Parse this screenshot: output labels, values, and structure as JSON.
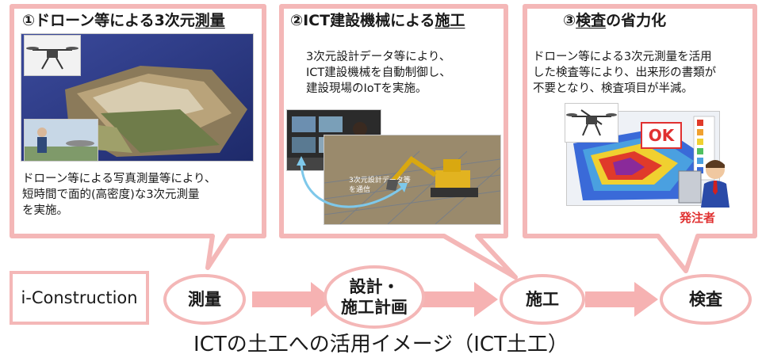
{
  "panels": [
    {
      "number": "①",
      "title_plain": "ドローン等による3次元",
      "title_underlined": "測量",
      "body": "ドローン等による写真測量等により、\n短時間で面的(高密度)な3次元測量\nを実施。"
    },
    {
      "number": "②",
      "title_plain": "ICT建設機械による",
      "title_underlined": "施工",
      "body": "3次元設計データ等により、\nICT建設機械を自動制御し、\n建設現場のIoTを実施。",
      "photo_overlay_text": "3次元設計データ等\nを通信"
    },
    {
      "number": "③",
      "title_underlined": "検査",
      "title_plain": "の省力化",
      "body": "ドローン等による3次元測量を活用\nした検査等により、出来形の書類が\n不要となり、検査項目が半減。",
      "ok_label": "OK",
      "client_label": "発注者"
    }
  ],
  "flow": {
    "start_label": "i-Construction",
    "stages": [
      "測量",
      "設計・\n施工計画",
      "施工",
      "検査"
    ]
  },
  "caption": "ICTの土工への活用イメージ（ICT土工）",
  "colors": {
    "pink_border": "#f4b7b7",
    "arrow": "#f6b2b2",
    "ok_red": "#e03030"
  },
  "icons": [
    "drone-icon",
    "person-at-computer-icon",
    "excavator-icon"
  ]
}
